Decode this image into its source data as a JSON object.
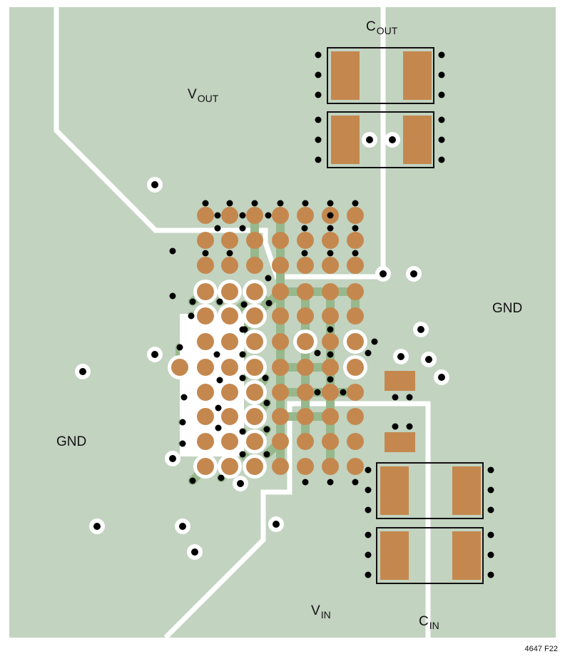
{
  "labels": {
    "cout": {
      "main": "C",
      "sub": "OUT"
    },
    "vout": {
      "main": "V",
      "sub": "OUT"
    },
    "gnd_right": "GND",
    "gnd_left": "GND",
    "vin": {
      "main": "V",
      "sub": "IN"
    },
    "cin": {
      "main": "C",
      "sub": "IN"
    }
  },
  "figure_id": "4647 F22",
  "colors": {
    "plane": "#c2d3c0",
    "pad": "#c4884f",
    "trace": "#97b88c",
    "clearance": "#ffffff",
    "via": "#000000",
    "outline": "#111111"
  }
}
